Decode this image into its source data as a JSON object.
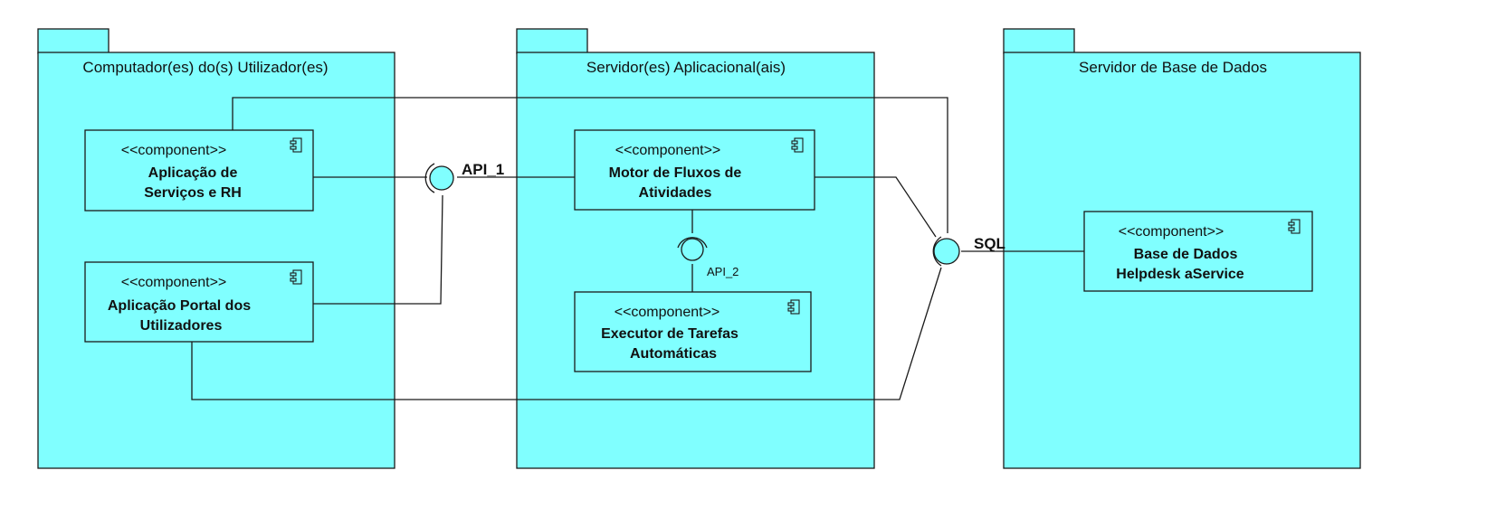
{
  "packages": [
    {
      "id": "users",
      "title": "Computador(es) do(s) Utilizador(es)"
    },
    {
      "id": "appserver",
      "title": "Servidor(es) Aplicacional(ais)"
    },
    {
      "id": "dbserver",
      "title": "Servidor de Base de Dados"
    }
  ],
  "components": [
    {
      "id": "app_servicos",
      "stereotype": "<<component>>",
      "name_lines": [
        "Aplicação de",
        "Serviços e RH"
      ]
    },
    {
      "id": "app_portal",
      "stereotype": "<<component>>",
      "name_lines": [
        "Aplicação Portal dos",
        "Utilizadores"
      ]
    },
    {
      "id": "motor",
      "stereotype": "<<component>>",
      "name_lines": [
        "Motor de Fluxos de",
        "Atividades"
      ]
    },
    {
      "id": "executor",
      "stereotype": "<<component>>",
      "name_lines": [
        "Executor de Tarefas",
        "Automáticas"
      ]
    },
    {
      "id": "base_dados",
      "stereotype": "<<component>>",
      "name_lines": [
        "Base de Dados",
        "Helpdesk aService"
      ]
    }
  ],
  "interfaces": [
    {
      "id": "api1",
      "label": "API_1"
    },
    {
      "id": "api2",
      "label": "API_2"
    },
    {
      "id": "sql",
      "label": "SQL"
    }
  ],
  "colors": {
    "fill": "#80ffff",
    "stroke": "#1a1a1a"
  }
}
